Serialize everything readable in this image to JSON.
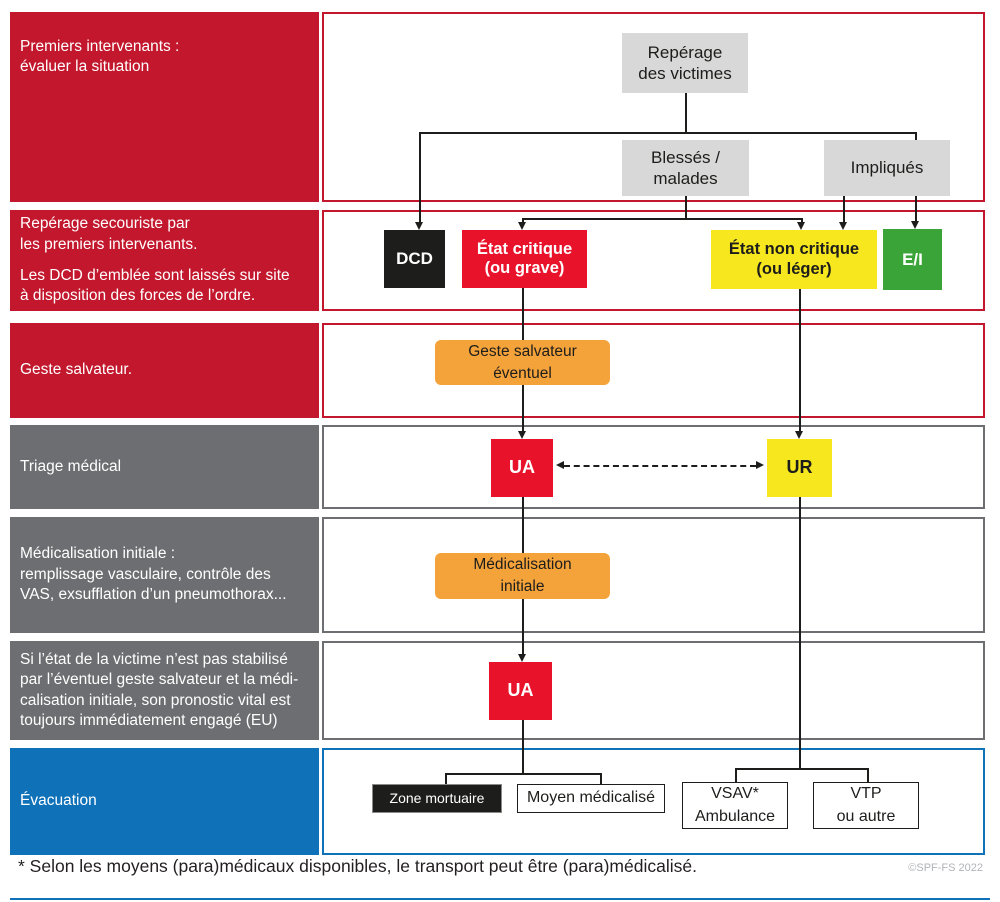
{
  "colors": {
    "band_red": "#c2172c",
    "band_gray": "#6d6e71",
    "band_blue": "#0f72b9",
    "box_red": "#e8132b",
    "box_yellow": "#f7e71e",
    "box_green": "#3aa439",
    "box_orange": "#f4a23a",
    "box_lightgray": "#d8d8d8",
    "box_black": "#1d1d1b",
    "line": "#1d1d1b"
  },
  "stages": [
    {
      "lines": [
        "Premiers intervenants :",
        "évaluer la situation"
      ]
    },
    {
      "paragraphs": [
        [
          "Repérage secouriste par",
          "les premiers intervenants."
        ],
        [
          "Les DCD d’emblée sont laissés sur site",
          "à disposition des forces de l’ordre."
        ]
      ]
    },
    {
      "lines": [
        "Geste salvateur."
      ]
    },
    {
      "lines": [
        "Triage médical"
      ]
    },
    {
      "lines": [
        "Médicalisation initiale :",
        "remplissage vasculaire, contrôle des",
        "VAS, exsufflation d’un pneumothorax..."
      ]
    },
    {
      "lines": [
        "Si l’état de la victime n’est pas stabilisé",
        "par l’éventuel geste salvateur et la médi-",
        "calisation initiale, son pronostic vital est",
        "toujours immédiatement engagé (EU)"
      ]
    },
    {
      "lines": [
        "Évacuation"
      ]
    }
  ],
  "nodes": {
    "reperage": {
      "lines": [
        "Repérage",
        "des victimes"
      ]
    },
    "blesses": {
      "lines": [
        "Blessés /",
        "malades"
      ]
    },
    "impliques": {
      "lines": [
        "Impliqués"
      ]
    },
    "dcd": {
      "lines": [
        "DCD"
      ]
    },
    "etat_critique": {
      "lines": [
        "État critique",
        "(ou grave)"
      ]
    },
    "etat_non_critique": {
      "lines": [
        "État non critique",
        "(ou léger)"
      ]
    },
    "ei": {
      "lines": [
        "E/I"
      ]
    },
    "geste_salvateur": {
      "lines": [
        "Geste salvateur",
        "éventuel"
      ]
    },
    "ua_triage": {
      "lines": [
        "UA"
      ]
    },
    "ur_triage": {
      "lines": [
        "UR"
      ]
    },
    "medicalisation": {
      "lines": [
        "Médicalisation",
        "initiale"
      ]
    },
    "ua_final": {
      "lines": [
        "UA"
      ]
    },
    "zone_mortuaire": {
      "lines": [
        "Zone mortuaire"
      ]
    },
    "moyen_medicalise": {
      "lines": [
        "Moyen médicalisé"
      ]
    },
    "vsav": {
      "lines": [
        "VSAV*",
        "Ambulance"
      ]
    },
    "vtp": {
      "lines": [
        "VTP",
        "ou autre"
      ]
    }
  },
  "footnote": "* Selon les moyens (para)médicaux disponibles, le transport peut être (para)médicalisé.",
  "credit": "©SPF-FS 2022"
}
